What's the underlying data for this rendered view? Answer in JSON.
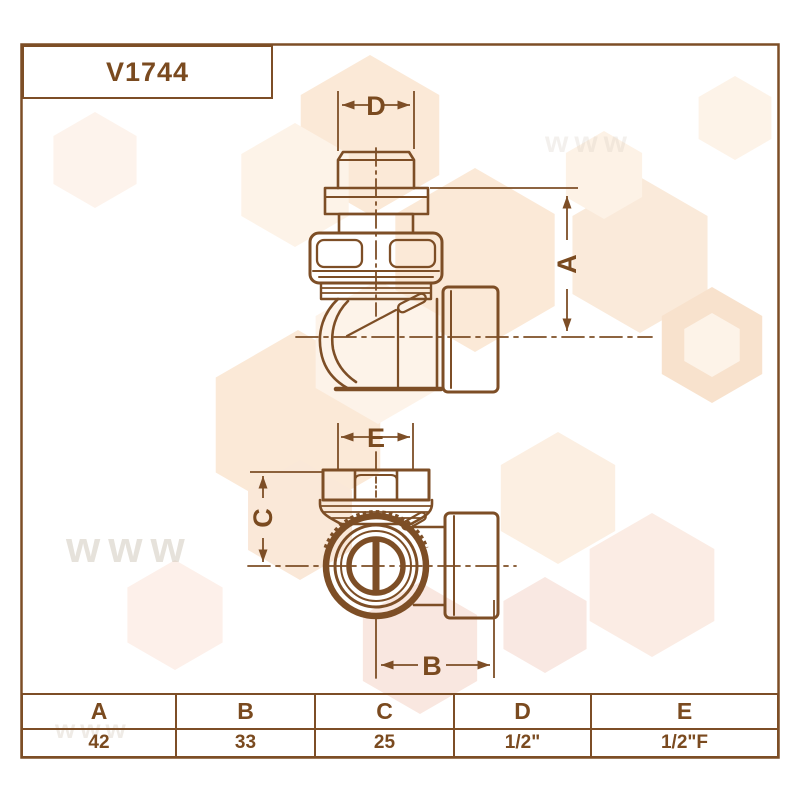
{
  "title_block": {
    "product_code": "V1744"
  },
  "dimension_labels": {
    "A": "A",
    "B": "B",
    "C": "C",
    "D": "D",
    "E": "E"
  },
  "table": {
    "columns": [
      {
        "label": "A",
        "value": "42"
      },
      {
        "label": "B",
        "value": "33"
      },
      {
        "label": "C",
        "value": "25"
      },
      {
        "label": "D",
        "value": "1/2\""
      },
      {
        "label": "E",
        "value": "1/2\"F"
      }
    ]
  },
  "watermark": {
    "text": "www"
  },
  "colors": {
    "line_brown": "#7d4e26",
    "text_brown": "#7a4a1f",
    "hex_watermark_light": "#fbe9d7",
    "hex_watermark_pink": "#f9e7e0"
  }
}
